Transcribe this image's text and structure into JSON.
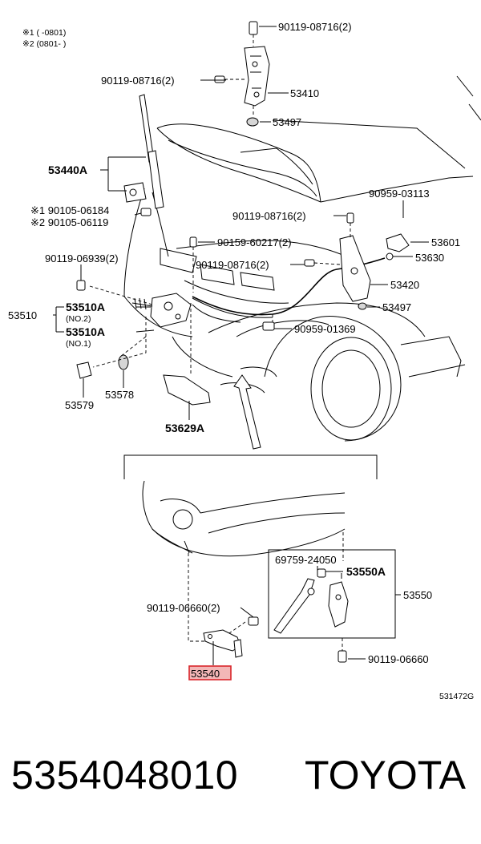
{
  "notes": {
    "note1": "※1 (      -0801)",
    "note2": "※2 (0801-      )"
  },
  "labels": {
    "l90119_08716_top": "90119-08716(2)",
    "l90119_08716_left": "90119-08716(2)",
    "l53410": "53410",
    "l53497_top": "53497",
    "l53440a": "53440A",
    "l90105_06184": "※1 90105-06184",
    "l90105_06119": "※2 90105-06119",
    "l90959_03113": "90959-03113",
    "l90119_08716_mid": "90119-08716(2)",
    "l53601": "53601",
    "l90159_60217": "90159-60217(2)",
    "l53630": "53630",
    "l90119_08716_mid2": "90119-08716(2)",
    "l90119_06939": "90119-06939(2)",
    "l53420": "53420",
    "l53510": "53510",
    "l53510a_1": "53510A",
    "l53510a_2": "53510A",
    "l_no2": "(NO.2)",
    "l_no1": "(NO.1)",
    "l53497_mid": "53497",
    "l90959_01369": "90959-01369",
    "l53578": "53578",
    "l53579": "53579",
    "l53629a": "53629A",
    "l69759_24050": "69759-24050",
    "l53550a": "53550A",
    "l53550": "53550",
    "l90119_06660_left": "90119-06660(2)",
    "l90119_06660_right": "90119-06660",
    "l53540": "53540",
    "diagram_code": "531472G"
  },
  "footer": {
    "part_number": "5354048010",
    "brand": "TOYOTA"
  },
  "highlight_color": "#d9262b"
}
